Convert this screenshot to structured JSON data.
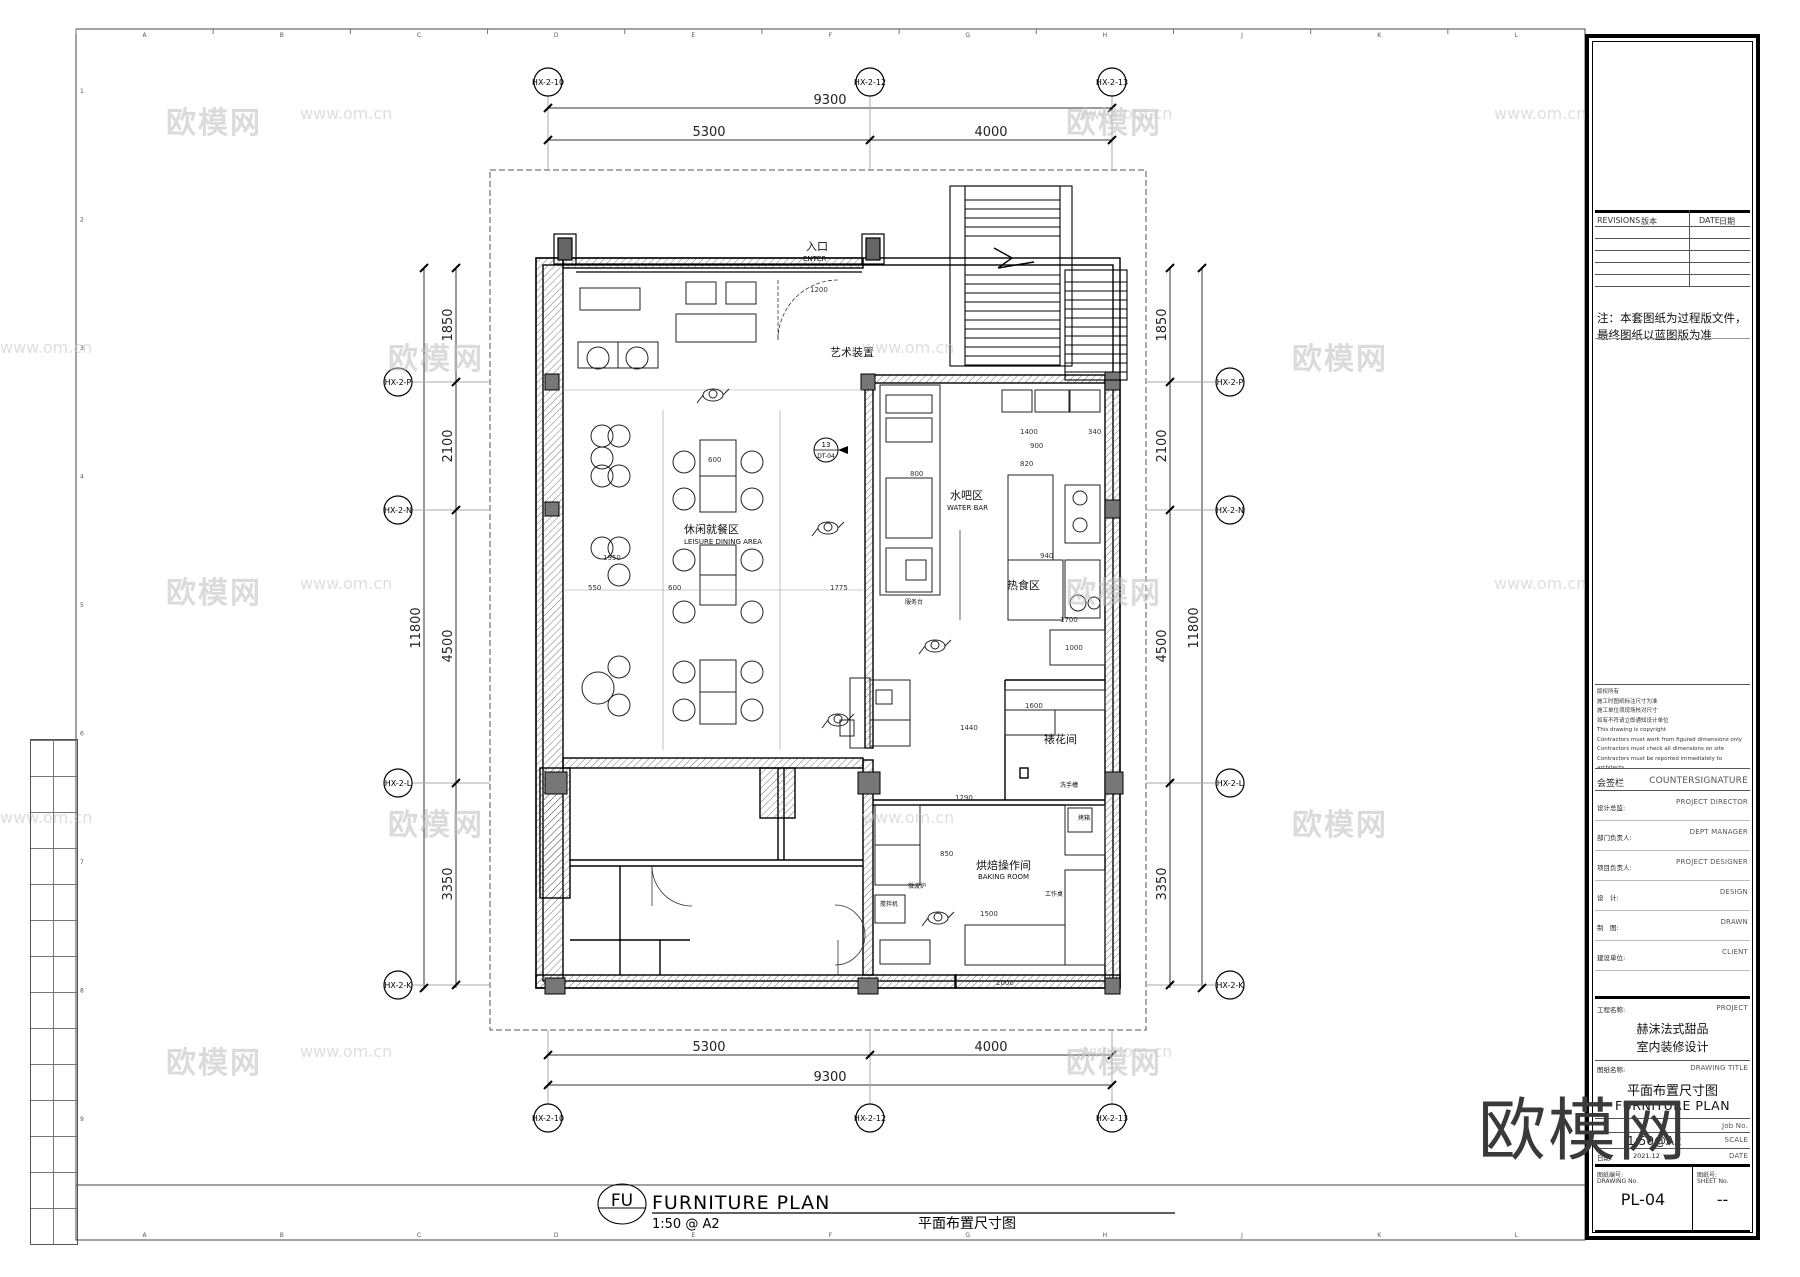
{
  "grid_bubbles": {
    "top": [
      "HX-2-10",
      "HX-2-12",
      "HX-2-13"
    ],
    "bottom": [
      "HX-2-10",
      "HX-2-12",
      "HX-2-13"
    ],
    "left": [
      "HX-2-P",
      "HX-2-N",
      "HX-2-L",
      "HX-2-K"
    ],
    "right": [
      "HX-2-P",
      "HX-2-N",
      "HX-2-L",
      "HX-2-K"
    ]
  },
  "dimensions": {
    "top_total": "9300",
    "top_left": "5300",
    "top_right": "4000",
    "bottom_total": "9300",
    "bottom_left": "5300",
    "bottom_right": "4000",
    "left_total": "11800",
    "left_1": "1850",
    "left_2": "2100",
    "left_3": "4500",
    "left_4": "3350",
    "right_total": "11800",
    "right_1": "1850",
    "right_2": "2100",
    "right_3": "4500",
    "right_4": "3350"
  },
  "rooms": {
    "entrance_cn": "入口",
    "entrance_en": "ENTER",
    "art_cn": "艺术装置",
    "dining_cn": "休闲就餐区",
    "dining_en": "LEISURE DINING AREA",
    "waterbar_cn": "水吧区",
    "waterbar_en": "WATER BAR",
    "hotfood_cn": "热食区",
    "decor_cn": "裱花间",
    "baking_cn": "烘焙操作间",
    "baking_en": "BAKING ROOM",
    "service_desk": "服务台",
    "work_table": "工作桌",
    "oven": "烤箱",
    "sink": "洗手槽",
    "mixer": "搅拌机",
    "microwave": "微波炉"
  },
  "callout": {
    "number": "13",
    "sheet": "DT-04"
  },
  "inner_dims": [
    "1200",
    "1400",
    "340",
    "600",
    "820",
    "900",
    "940",
    "800",
    "1000",
    "850",
    "1500",
    "1600",
    "1440",
    "1290",
    "2000",
    "550",
    "1775",
    "1950",
    "600",
    "1700"
  ],
  "title_block_bottom": {
    "code": "FU",
    "title_en": "FURNITURE PLAN",
    "scale": "1:50 @ A2",
    "title_cn": "平面布置尺寸图"
  },
  "title_block": {
    "revisions": "REVISIONS",
    "rev_cn": "版本",
    "date": "DATE",
    "date_cn": "日期",
    "note": "注：本套图纸为过程版文件，最终图纸以蓝图版为准",
    "copyright_lines": [
      "版权所有",
      "施工时图纸标注尺寸为准",
      "施工单位须现场核对尺寸",
      "如有不符请立即通知设计单位",
      "This drawing is copyright",
      "Contractors must work from figured dimensions only",
      "Contractors must check all dimensions on site",
      "Contractors must be reported immediately to architects"
    ],
    "countersign_cn": "会签栏",
    "countersign_en": "COUNTERSIGNATURE",
    "roles": [
      {
        "cn": "设计总监:",
        "en": "PROJECT DIRECTOR"
      },
      {
        "cn": "部门负责人:",
        "en": "DEPT MANAGER"
      },
      {
        "cn": "项目负责人:",
        "en": "PROJECT DESIGNER"
      },
      {
        "cn": "设　计:",
        "en": "DESIGN"
      },
      {
        "cn": "制　图:",
        "en": "DRAWN"
      },
      {
        "cn": "建设单位:",
        "en": "CLIENT"
      }
    ],
    "project_cn": "工程名称:",
    "project_en": "PROJECT",
    "project_name_1": "赫沫法式甜品",
    "project_name_2": "室内装修设计",
    "drawing_title_cn": "图纸名称:",
    "drawing_title_en": "DRAWING TITLE",
    "drawing_title": "平面布置尺寸图",
    "drawing_title_eng": "FURNITURE PLAN",
    "job_no": "Job No.",
    "scale_label": "SCALE",
    "scale_value": "1:50@A2",
    "date_label": "日期:",
    "date_value": "2021.12",
    "date_en": "DATE",
    "drawing_no_cn": "图纸编号:",
    "drawing_no_en": "DRAWING No.",
    "drawing_no": "PL-04",
    "sheet_no_cn": "图纸号:",
    "sheet_no_en": "SHEET No.",
    "sheet_no": "--"
  },
  "frame_letters": [
    "A",
    "B",
    "C",
    "D",
    "E",
    "F",
    "G",
    "H",
    "J",
    "K",
    "L"
  ],
  "frame_numbers": [
    "1",
    "2",
    "3",
    "4",
    "5",
    "6",
    "7",
    "8",
    "9"
  ],
  "watermark": "欧模网",
  "watermark_url": "www.om.cn",
  "big_watermark": "欧模网"
}
